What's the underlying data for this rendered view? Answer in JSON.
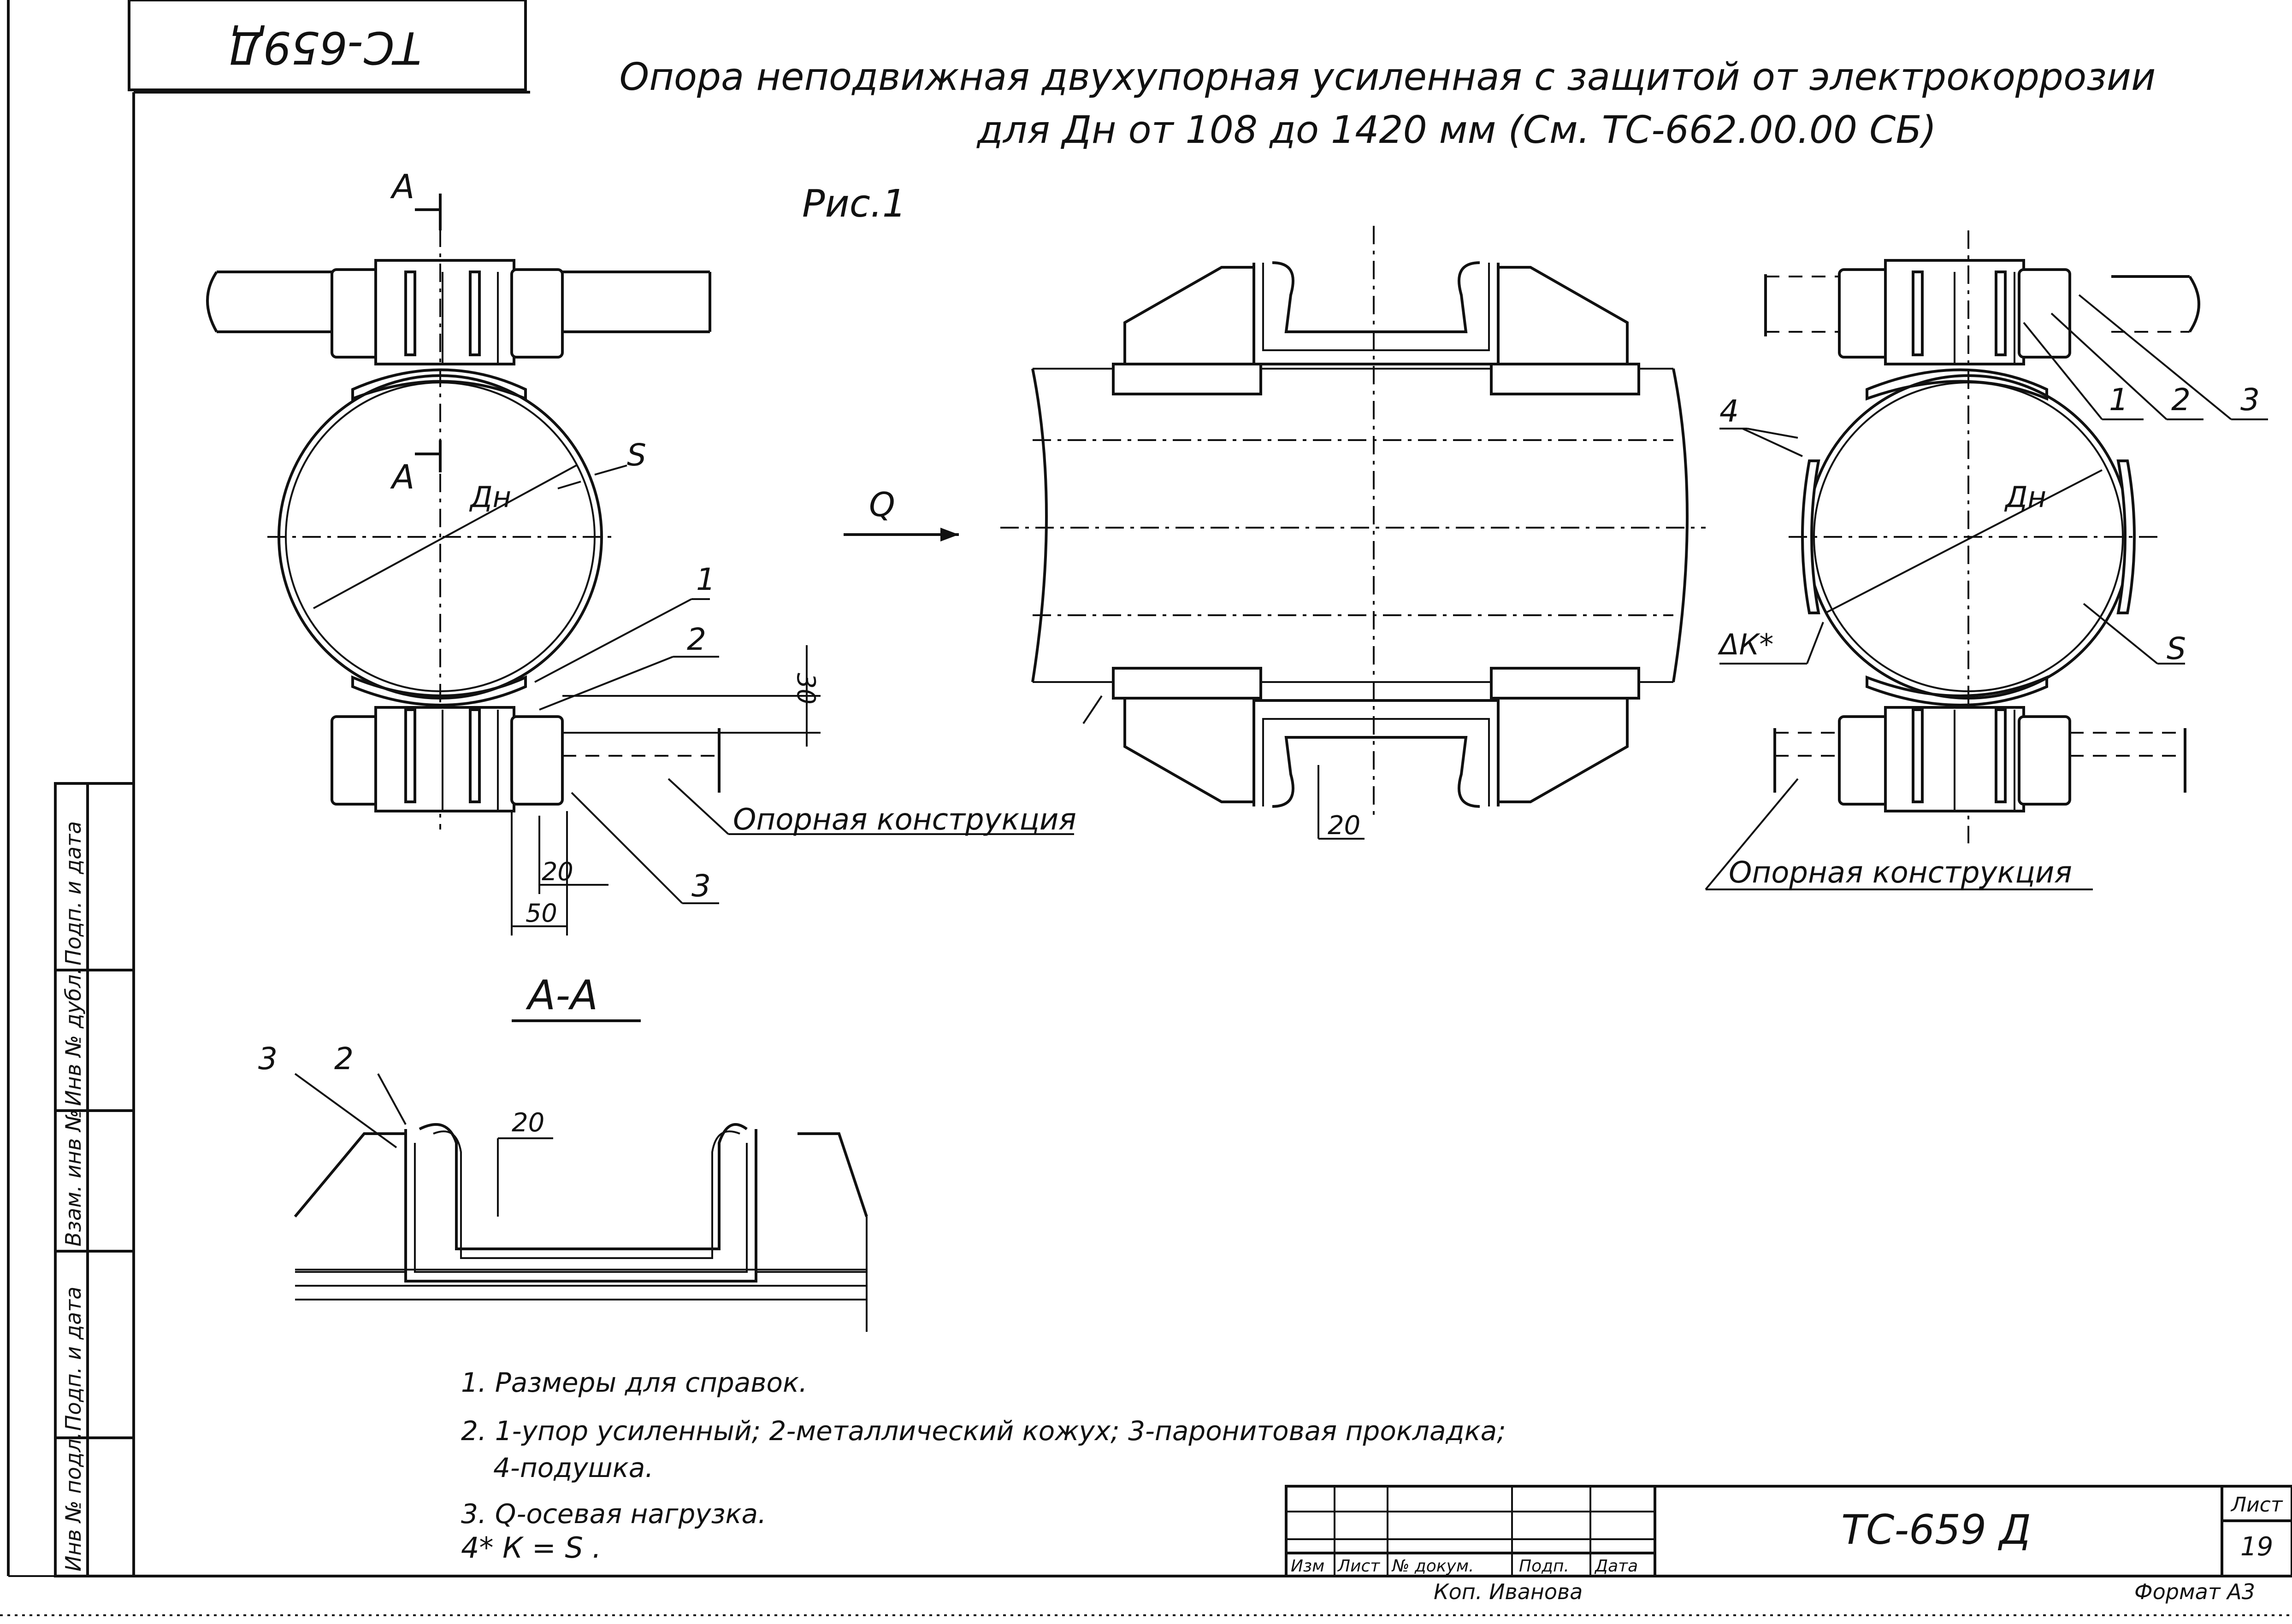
{
  "stamp_code": "TC-659Д",
  "title": {
    "line1": "Опора неподвижная двухупорная усиленная с защитой от электрокоррозии",
    "line2": "для Дн от 108 до 1420 мм (См. ТС-662.00.00 СБ)"
  },
  "figure_label": "Рис.1",
  "section_label": "А-А",
  "view_labels": {
    "section_mark": "А",
    "diameter": "Дн",
    "thickness": "S",
    "load": "Q",
    "gap": "ΔК*"
  },
  "dimensions": {
    "d30": "30",
    "d20_left": "20",
    "d50": "50",
    "d20_mid": "20",
    "d20_section": "20"
  },
  "callouts": {
    "n1": "1",
    "n2": "2",
    "n3": "3",
    "n4": "4"
  },
  "support_label": "Опорная конструкция",
  "notes": [
    "1. Размеры для справок.",
    "2. 1-упор усиленный; 2-металлический кожух; 3-паронитовая прокладка;",
    "4-подушка.",
    "3. Q-осевая нагрузка.",
    "4* К = S ."
  ],
  "side_stamps": [
    "Подп. и дата",
    "Инв № дубл.",
    "Взам. инв №",
    "Подп. и дата",
    "Инв № подл."
  ],
  "title_block": {
    "columns": [
      "Изм",
      "Лист",
      "№ докум.",
      "Подп.",
      "Дата"
    ],
    "code": "ТС-659 Д",
    "sheet_label": "Лист",
    "sheet_number": "19",
    "copied_by": "Коп. Иванова",
    "format": "Формат А3"
  }
}
